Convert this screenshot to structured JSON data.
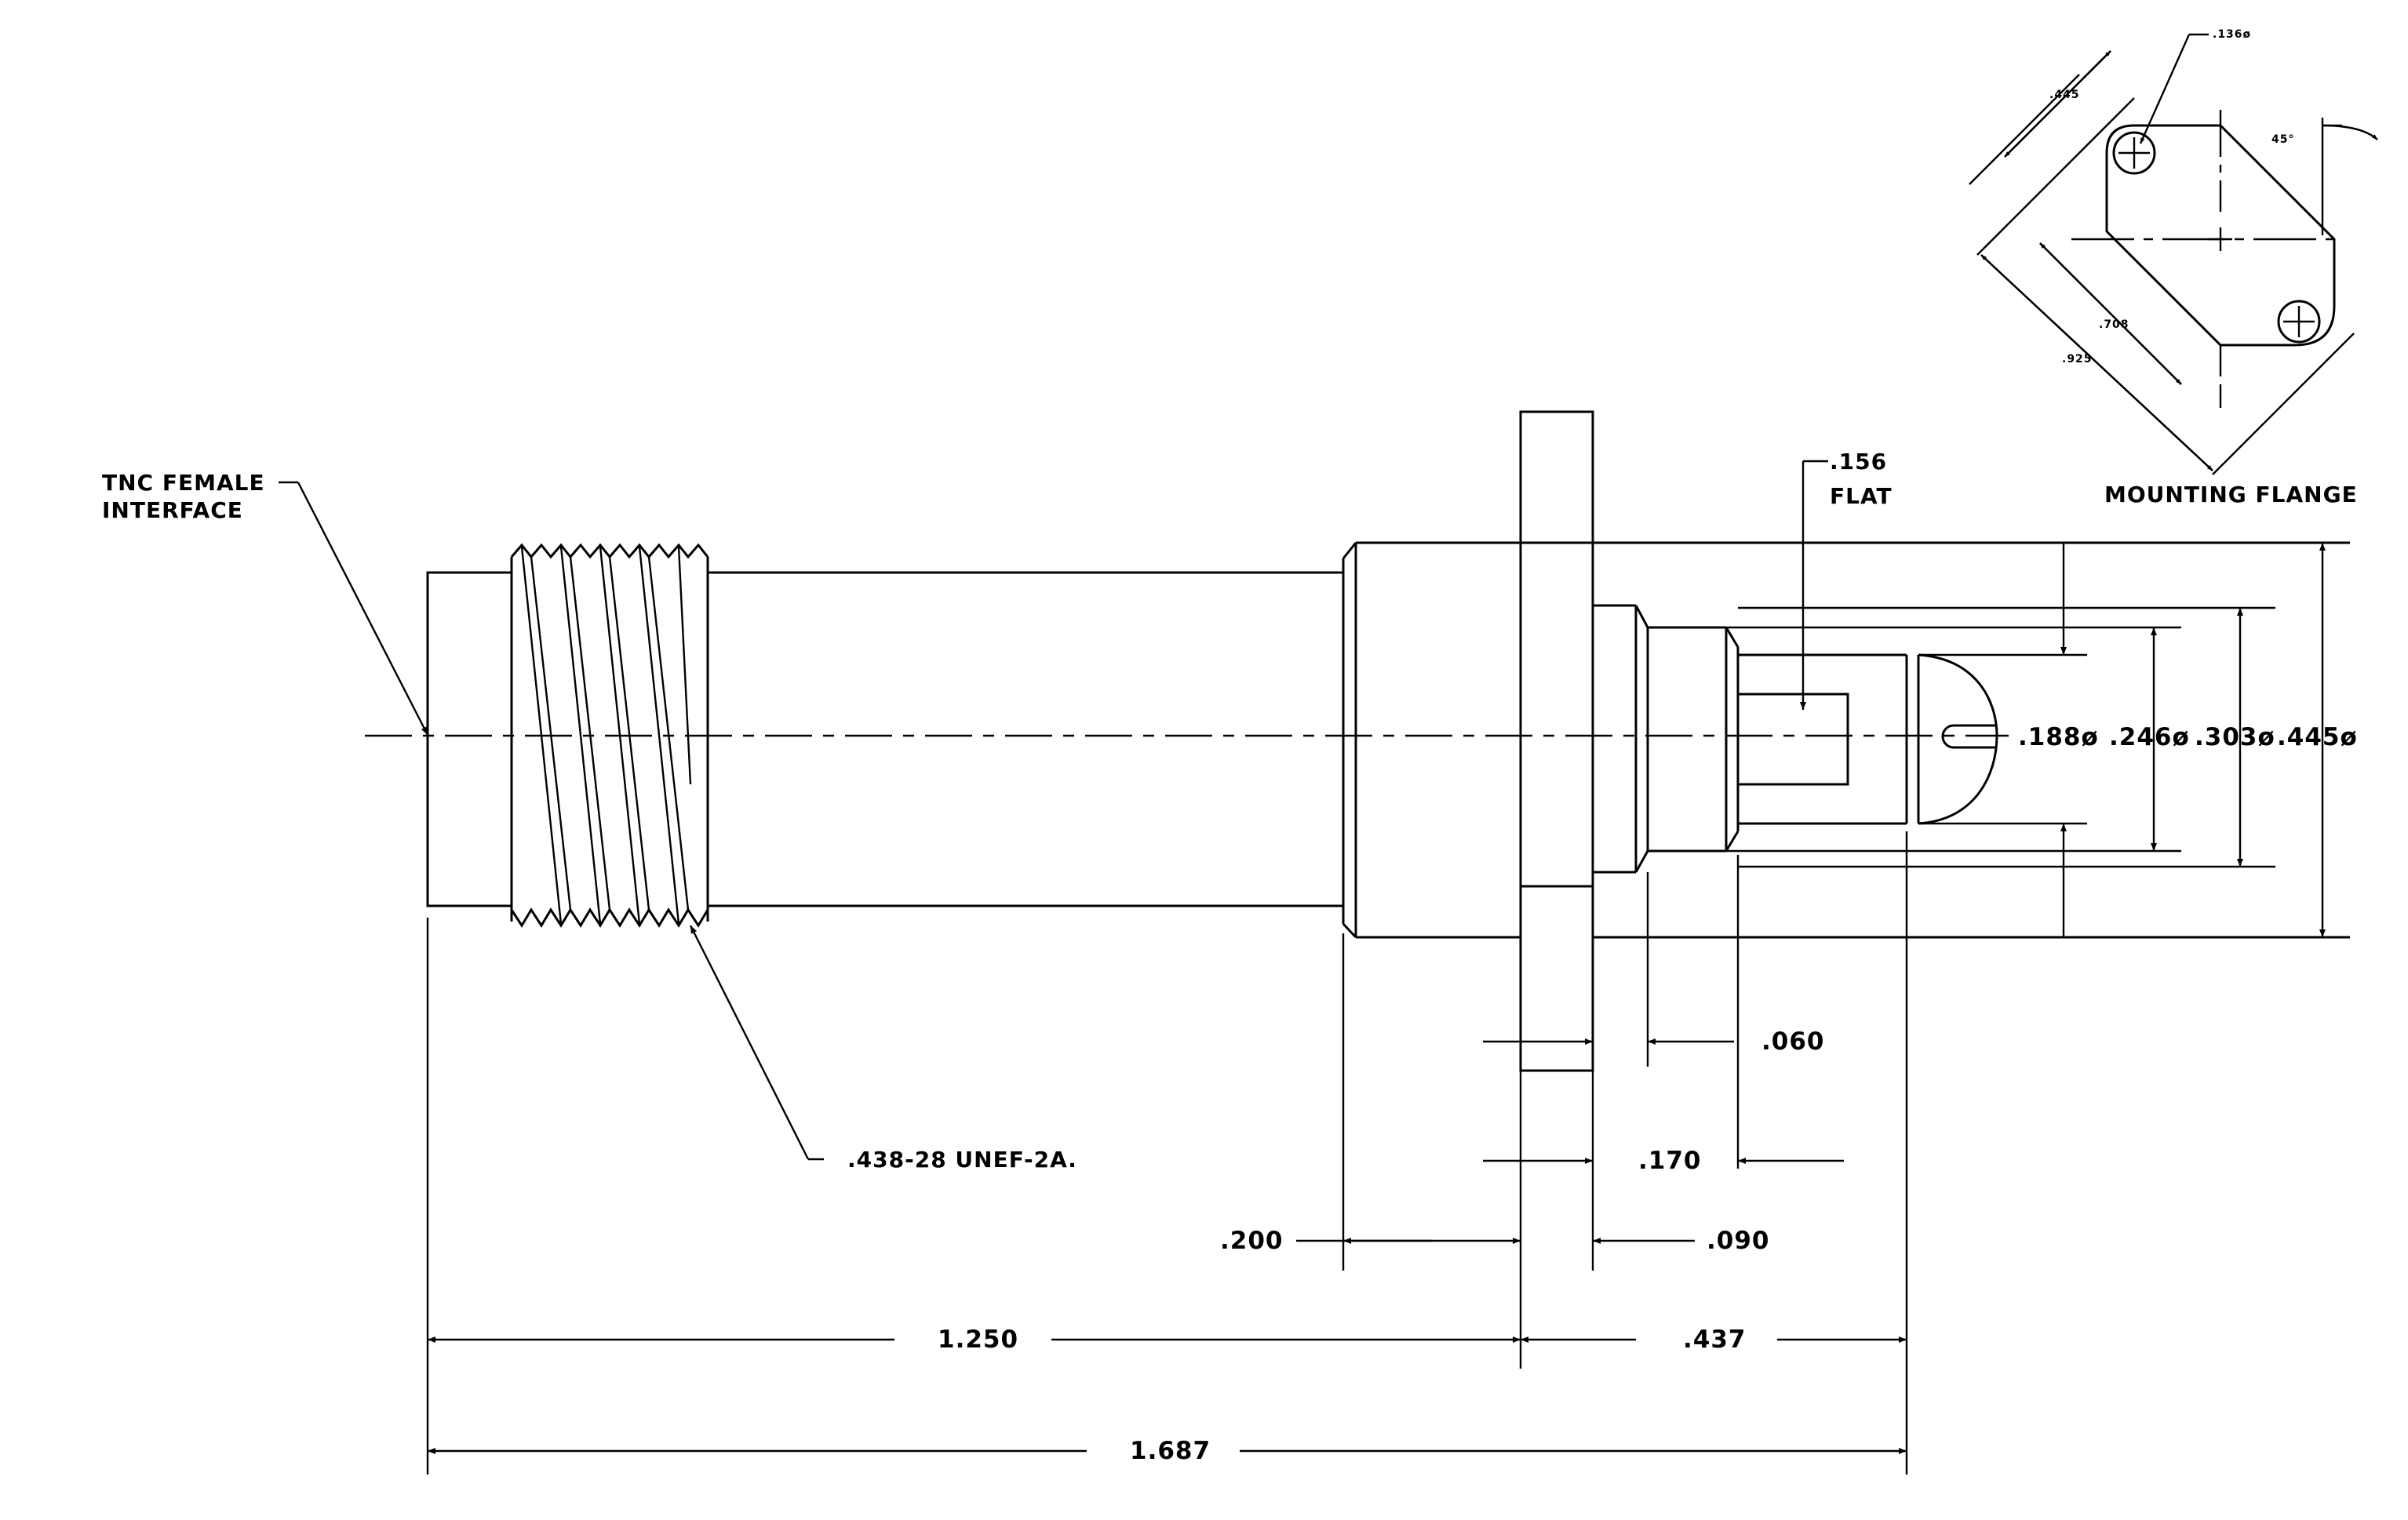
{
  "labels": {
    "interface_line1": "TNC FEMALE",
    "interface_line2": "INTERFACE",
    "thread": ".438-28 UNEF-2A.",
    "flat_value": ".156",
    "flat_word": "FLAT",
    "mounting_flange": "MOUNTING FLANGE"
  },
  "dimensions": {
    "d188": ".188ø",
    "d246": ".246ø",
    "d303": ".303ø",
    "d445": ".445ø",
    "d060": ".060",
    "d170": ".170",
    "d200": ".200",
    "d090": ".090",
    "d1250": "1.250",
    "d437": ".437",
    "d1687": "1.687"
  },
  "flange_detail": {
    "hole_dia": ".136ø",
    "edge": ".445",
    "angle": "45°",
    "bolt_spacing": ".708",
    "overall": ".925"
  }
}
